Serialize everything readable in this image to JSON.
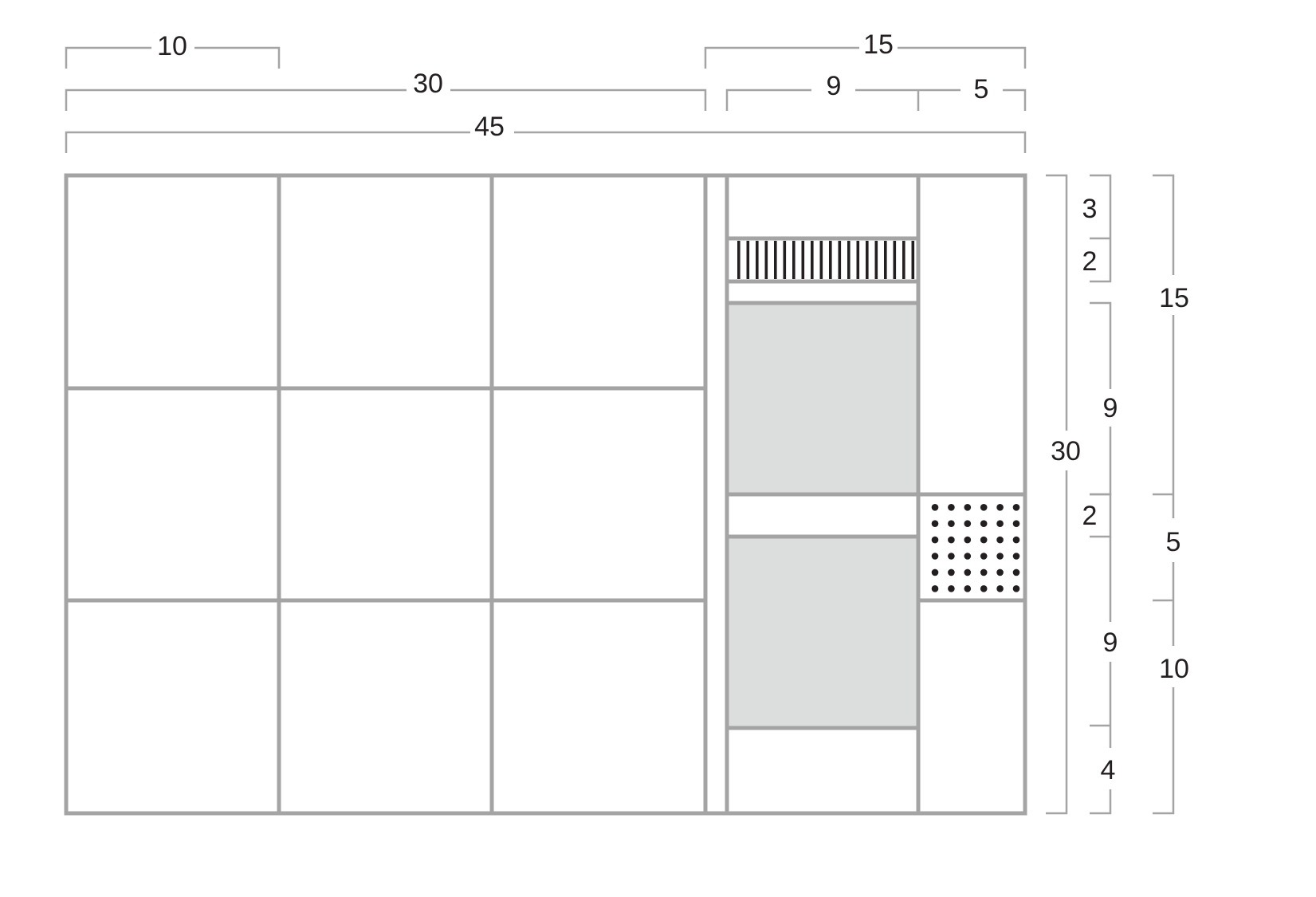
{
  "dimensions": {
    "top": {
      "d10": "10",
      "d15": "15",
      "d30": "30",
      "d9": "9",
      "d5": "5",
      "d45": "45"
    },
    "right": {
      "total30": "30",
      "d3": "3",
      "d2a": "2",
      "d9a": "9",
      "d2b": "2",
      "d9b": "9",
      "d4": "4",
      "d15": "15",
      "d5": "5",
      "d10": "10"
    }
  },
  "colors": {
    "frame": "#a3a4a3",
    "shaded": "#dcdedd",
    "pattern": "#231f20"
  },
  "pattern": {
    "stripes": 20,
    "dot_rows": 6,
    "dot_cols": 6
  }
}
